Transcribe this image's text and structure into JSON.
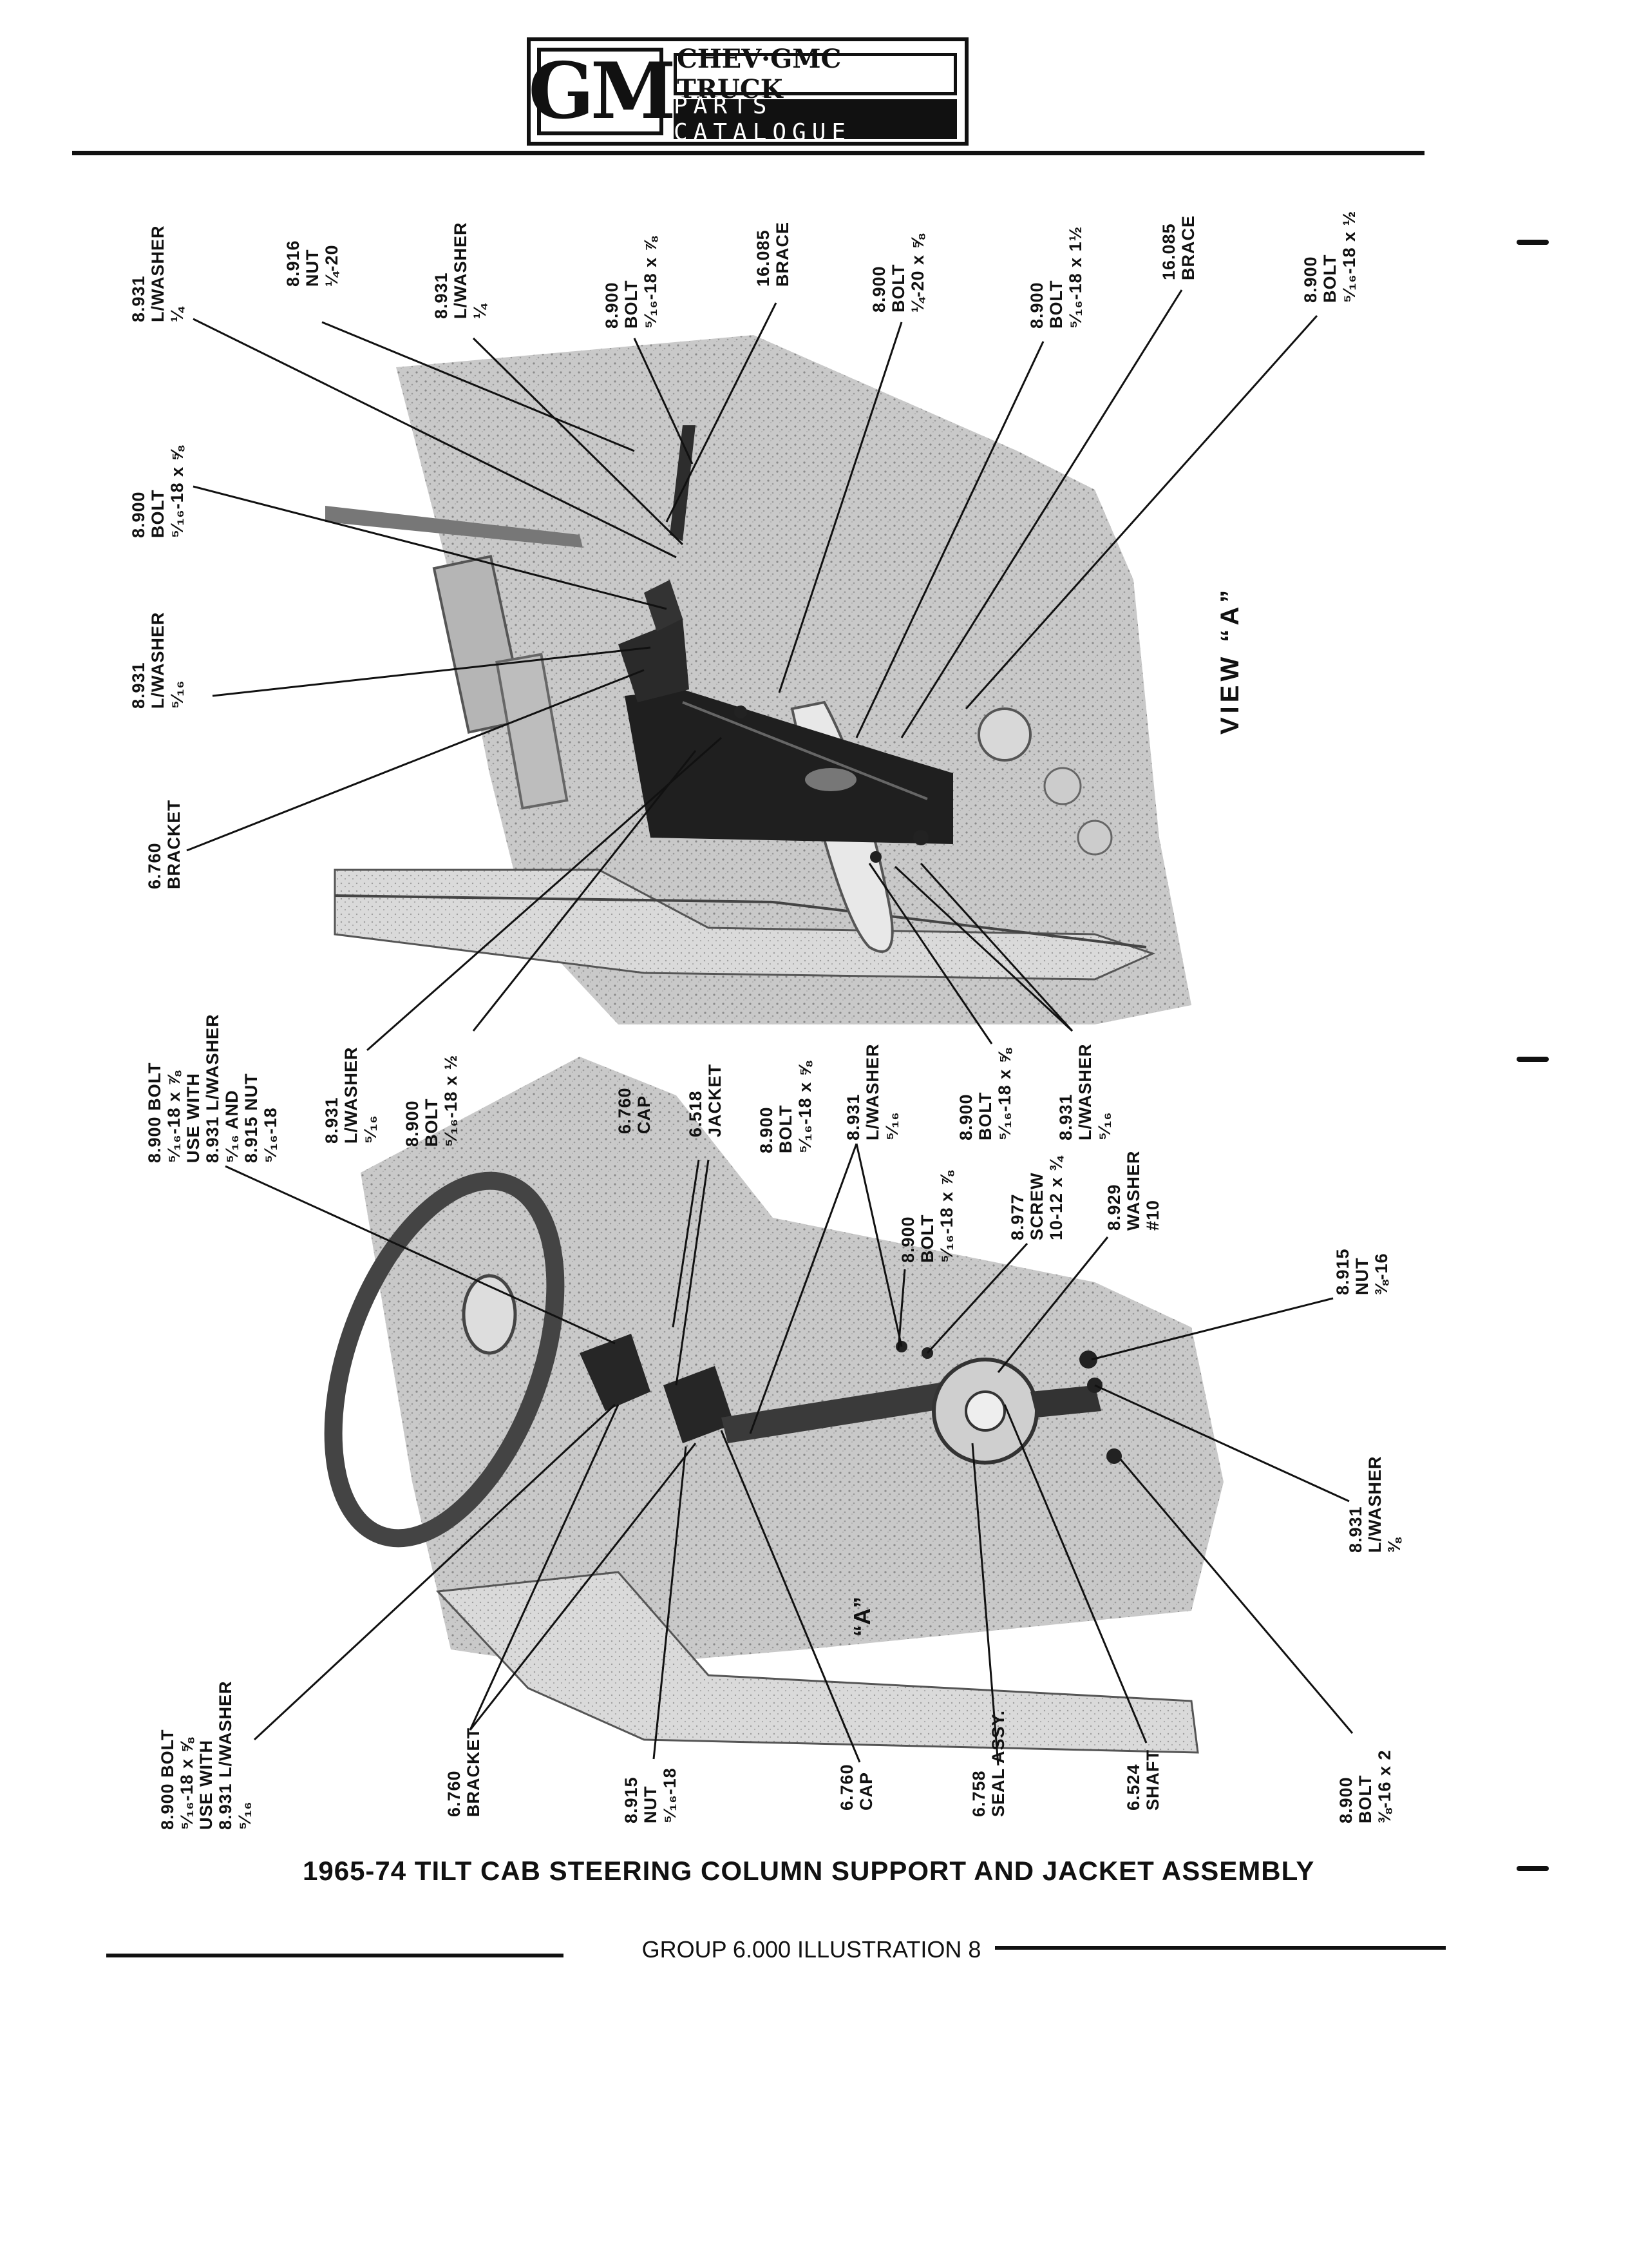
{
  "header": {
    "logo": "GM",
    "title": "CHEV·GMC TRUCK",
    "subtitle": "PARTS CATALOGUE"
  },
  "view_label": "VIEW “A”",
  "a_marker": "“A”",
  "caption": "1965-74 TILT CAB STEERING COLUMN SUPPORT AND JACKET ASSEMBLY",
  "footer": "GROUP 6.000 ILLUSTRATION 8",
  "labels": {
    "top1": [
      "8.931",
      "L/WASHER",
      "¼"
    ],
    "top2": [
      "8.916",
      "NUT",
      "¼-20"
    ],
    "top3": [
      "8.931",
      "L/WASHER",
      "¼"
    ],
    "top4": [
      "8.900",
      "BOLT",
      "⁵⁄₁₆-18 x ⅞"
    ],
    "top5": [
      "16.085",
      "BRACE"
    ],
    "top6": [
      "8.900",
      "BOLT",
      "¼-20 x ⅝"
    ],
    "top7": [
      "8.900",
      "BOLT",
      "⁵⁄₁₆-18 x 1½"
    ],
    "top8": [
      "16.085",
      "BRACE"
    ],
    "top9": [
      "8.900",
      "BOLT",
      "⁵⁄₁₆-18 x ½"
    ],
    "left1": [
      "8.900",
      "BOLT",
      "⁵⁄₁₆-18 x ⅝"
    ],
    "left2": [
      "8.931",
      "L/WASHER",
      "⁵⁄₁₆"
    ],
    "left3": [
      "6.760",
      "BRACKET"
    ],
    "mid1": [
      "8.900 BOLT",
      "⁵⁄₁₆-18 x ⅞",
      "USE WITH",
      "8.931 L/WASHER",
      "⁵⁄₁₆ AND",
      "8.915 NUT",
      "⁵⁄₁₆-18"
    ],
    "mid2": [
      "8.931",
      "L/WASHER",
      "⁵⁄₁₆"
    ],
    "mid3": [
      "8.900",
      "BOLT",
      "⁵⁄₁₆-18 x ½"
    ],
    "mid4": [
      "6.760",
      "CAP"
    ],
    "mid5": [
      "6.518",
      "JACKET"
    ],
    "mid6": [
      "8.900",
      "BOLT",
      "⁵⁄₁₆-18 x ⅝"
    ],
    "mid7": [
      "8.931",
      "L/WASHER",
      "⁵⁄₁₆"
    ],
    "mid8": [
      "8.900",
      "BOLT",
      "⁵⁄₁₆-18 x ⅝"
    ],
    "mid9": [
      "8.931",
      "L/WASHER",
      "⁵⁄₁₆"
    ],
    "mid10": [
      "8.900",
      "BOLT",
      "⁵⁄₁₆-18 x ⅞"
    ],
    "mid11": [
      "8.977",
      "SCREW",
      "10-12 x ¾"
    ],
    "mid12": [
      "8.929",
      "WASHER",
      "#10"
    ],
    "right1": [
      "8.915",
      "NUT",
      "⅜-16"
    ],
    "right2": [
      "8.931",
      "L/WASHER",
      "⅜"
    ],
    "bot1": [
      "8.900 BOLT",
      "⁵⁄₁₆-18 x ⅝",
      "USE WITH",
      "8.931 L/WASHER",
      "⁵⁄₁₆"
    ],
    "bot2": [
      "6.760",
      "BRACKET"
    ],
    "bot3": [
      "8.915",
      "NUT",
      "⁵⁄₁₆-18"
    ],
    "bot4": [
      "6.760",
      "CAP"
    ],
    "bot5": [
      "6.758",
      "SEAL ASSY."
    ],
    "bot6": [
      "6.524",
      "SHAFT"
    ],
    "bot7": [
      "8.900",
      "BOLT",
      "⅜-16 x 2"
    ]
  }
}
